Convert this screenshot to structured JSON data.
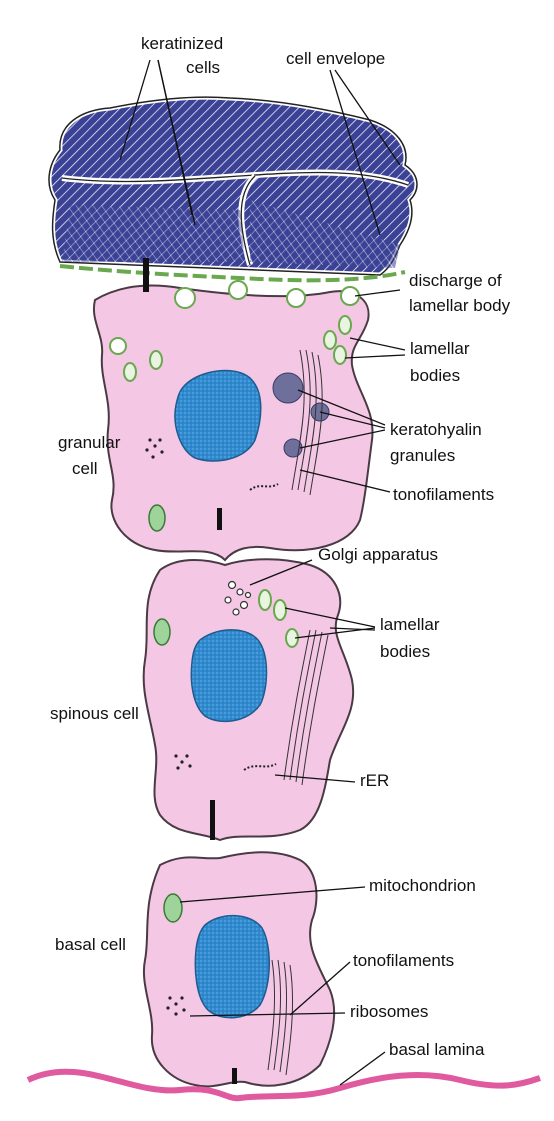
{
  "labels": {
    "keratinized_1": "keratinized",
    "keratinized_2": "cells",
    "cell_envelope": "cell envelope",
    "discharge_1": "discharge of",
    "discharge_2": "lamellar body",
    "lamellar_a_1": "lamellar",
    "lamellar_a_2": "bodies",
    "keratohyalin_1": "keratohyalin",
    "keratohyalin_2": "granules",
    "granular_1": "granular",
    "granular_2": "cell",
    "tonofilaments_a": "tonofilaments",
    "golgi": "Golgi apparatus",
    "lamellar_b_1": "lamellar",
    "lamellar_b_2": "bodies",
    "spinous": "spinous cell",
    "rer": "rER",
    "mitochondrion": "mitochondrion",
    "basal": "basal cell",
    "tonofilaments_b": "tonofilaments",
    "ribosomes": "ribosomes",
    "basal_lamina": "basal lamina"
  },
  "colors": {
    "keratinized": "#3b4296",
    "cell": "#f4c7e4",
    "nucleus": "#2f8ad0",
    "granule": "#6f6f9c",
    "green": "#6aa84f",
    "lamina": "#e05aa0"
  }
}
